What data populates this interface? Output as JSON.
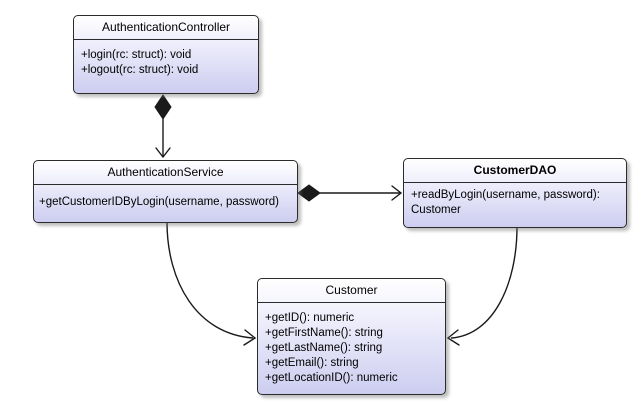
{
  "diagram": {
    "type": "uml-class-diagram",
    "classes": [
      {
        "name": "AuthenticationController",
        "bold": false,
        "methods": [
          "+login(rc: struct): void",
          "+logout(rc: struct): void"
        ]
      },
      {
        "name": "AuthenticationService",
        "bold": false,
        "methods": [
          "+getCustomerIDByLogin(username, password)"
        ]
      },
      {
        "name": "CustomerDAO",
        "bold": true,
        "methods": [
          "+readByLogin(username, password): Customer"
        ]
      },
      {
        "name": "Customer",
        "bold": false,
        "methods": [
          "+getID(): numeric",
          "+getFirstName(): string",
          "+getLastName(): string",
          "+getEmail(): string",
          "+getLocationID(): numeric"
        ]
      }
    ],
    "relations": [
      {
        "from": "AuthenticationController",
        "to": "AuthenticationService",
        "type": "composition-with-arrow"
      },
      {
        "from": "AuthenticationService",
        "to": "CustomerDAO",
        "type": "composition-with-arrow"
      },
      {
        "from": "AuthenticationService",
        "to": "Customer",
        "type": "directed-association"
      },
      {
        "from": "CustomerDAO",
        "to": "Customer",
        "type": "directed-association"
      }
    ]
  },
  "colors": {
    "line": "#1a1a1a",
    "box-border": "#2b2b2b",
    "fill-top": "#ffffff",
    "fill-bottom": "#cdcdf0",
    "text": "#000000",
    "shadow": "rgba(110,110,110,0.45)"
  }
}
